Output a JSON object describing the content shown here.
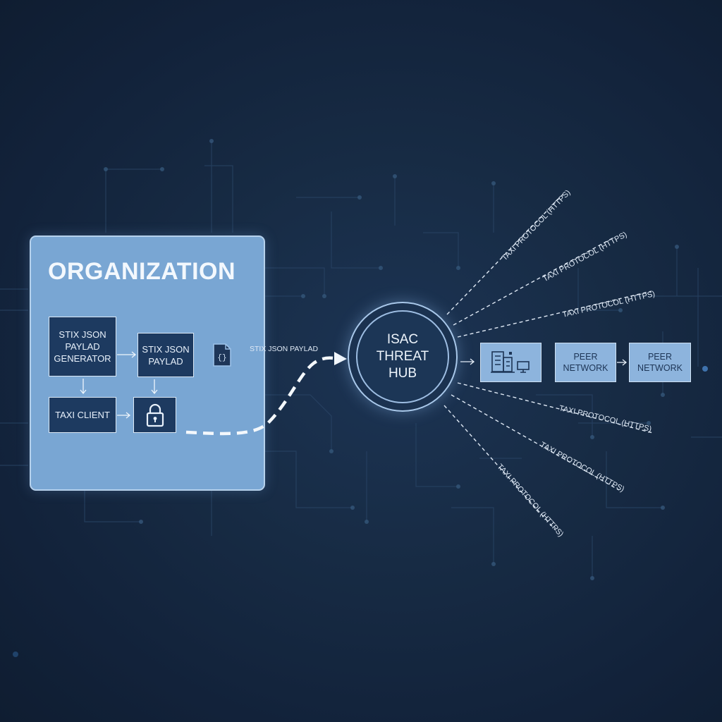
{
  "organization": {
    "title": "ORGANIZATION",
    "generator_label": "STIX JSON\nPAYLAD\nGENERATOR",
    "payload_label": "STIX JSON\nPAYLAD",
    "taxi_client_label": "TAXI CLIENT",
    "lock_icon": "padlock-icon",
    "document_icon": "json-document-icon"
  },
  "flow": {
    "payload_label": "STIX JSON PAYLAD"
  },
  "hub": {
    "label": "ISAC\nTHREAT\nHUB"
  },
  "peers": {
    "icon_box": "building-network-icon",
    "network_1_label": "PEER\nNETWORK",
    "network_2_label": "PEER\nNETWORK"
  },
  "protocol_labels": [
    "TAXI PROTOCOL (HTTPS)",
    "TAXI PROTOCOL (HTTPS)",
    "TAXI PROTOCOL (HTTPS)",
    "TAXI PROTOCOL (HTTPS)",
    "TAXI PROTOCOL (HTTPS)",
    "TAXI PROTOCOL (HTTPS)"
  ],
  "colors": {
    "background": "#152438",
    "panel": "#79a6d3",
    "box_dark": "#1d3a60",
    "peer_box": "#8db4dd",
    "line": "#e6eef7"
  }
}
